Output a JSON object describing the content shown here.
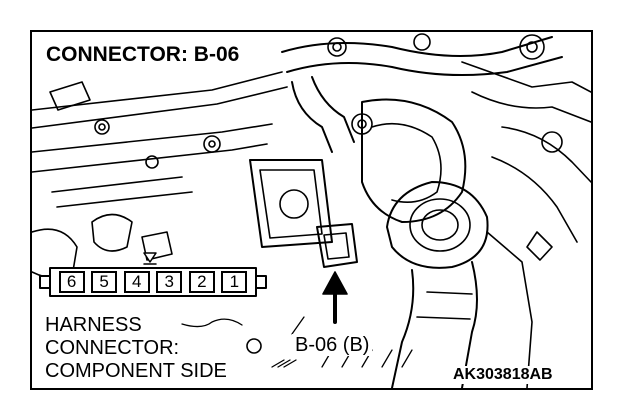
{
  "diagram": {
    "title": "CONNECTOR: B-06",
    "harness_lines": [
      "HARNESS",
      "CONNECTOR:",
      "COMPONENT SIDE"
    ],
    "pins": [
      "6",
      "5",
      "4",
      "3",
      "2",
      "1"
    ],
    "connector_ref": "B-06 (B)",
    "figure_code": "AK303818AB"
  }
}
